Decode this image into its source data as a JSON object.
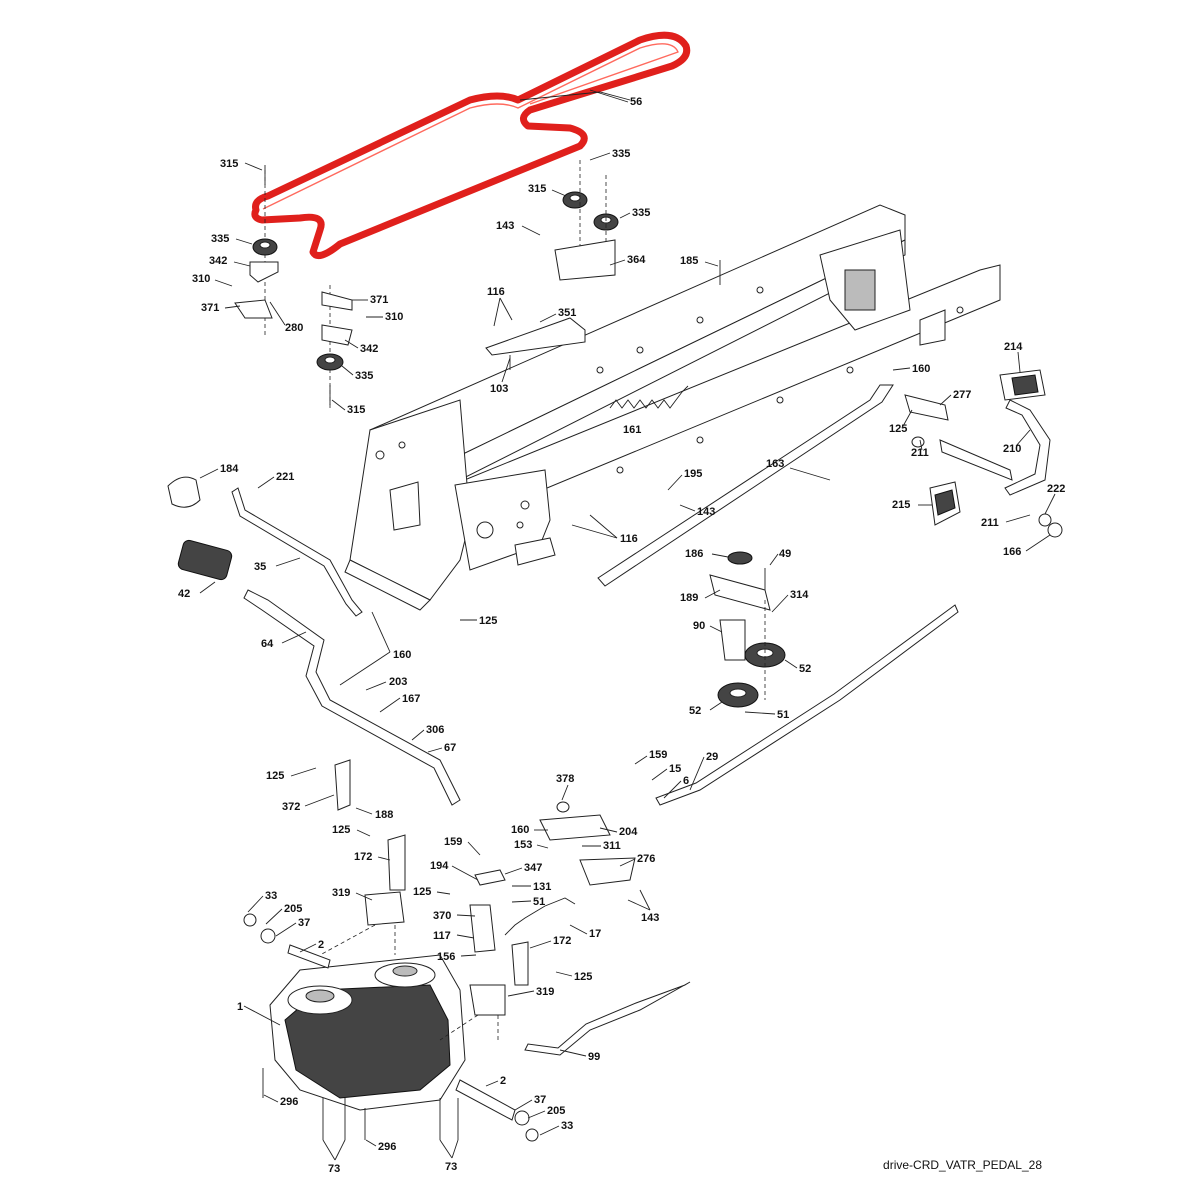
{
  "caption": "drive-CRD_VATR_PEDAL_28",
  "colors": {
    "belt": "#e0201c",
    "ink": "#222222"
  },
  "callouts": [
    "56",
    "315",
    "335",
    "315",
    "143",
    "335",
    "364",
    "185",
    "335",
    "342",
    "310",
    "371",
    "280",
    "371",
    "310",
    "342",
    "335",
    "315",
    "116",
    "351",
    "103",
    "161",
    "160",
    "214",
    "277",
    "125",
    "211",
    "210",
    "184",
    "221",
    "163",
    "195",
    "143",
    "222",
    "215",
    "211",
    "166",
    "35",
    "116",
    "42",
    "186",
    "49",
    "189",
    "314",
    "125",
    "64",
    "90",
    "160",
    "52",
    "203",
    "167",
    "52",
    "51",
    "306",
    "67",
    "159",
    "15",
    "29",
    "6",
    "125",
    "372",
    "378",
    "188",
    "160",
    "204",
    "125",
    "153",
    "311",
    "172",
    "159",
    "347",
    "276",
    "194",
    "33",
    "319",
    "125",
    "131",
    "205",
    "51",
    "143",
    "37",
    "370",
    "17",
    "2",
    "117",
    "172",
    "156",
    "125",
    "319",
    "1",
    "99",
    "2",
    "37",
    "296",
    "205",
    "33",
    "296",
    "73",
    "73"
  ]
}
